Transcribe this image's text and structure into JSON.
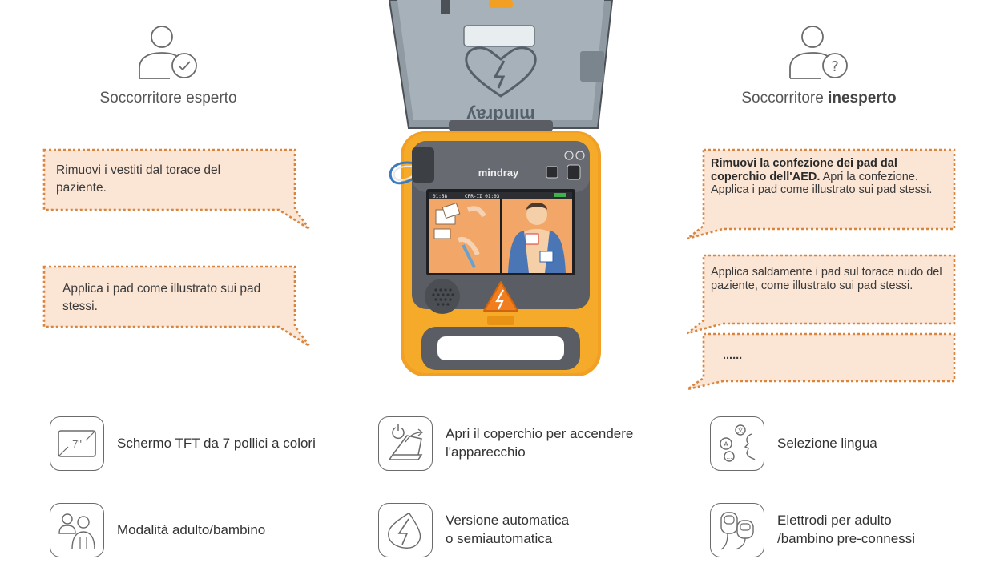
{
  "rescuers": {
    "expert": {
      "label": "Soccorritore esperto",
      "icon": "user-check-icon"
    },
    "novice": {
      "label_plain": "Soccorritore ",
      "label_bold": "inesperto",
      "icon": "user-question-icon"
    }
  },
  "bubbles": {
    "left_1": "Rimuovi i vestiti dal torace del paziente.",
    "left_2": "Applica i pad come illustrato sui pad stessi.",
    "right_1_bold": "Rimuovi la confezione dei pad dal coperchio dell'AED.",
    "right_1_rest": " Apri la confezione. Applica i pad come illustrato sui pad stessi.",
    "right_2": "Applica saldamente i pad sul torace nudo del paziente, come illustrato sui pad stessi.",
    "right_3": "......"
  },
  "device": {
    "brand": "mindray",
    "screen_time": "01:58",
    "screen_cpr": "CPR-II 01:03"
  },
  "features": [
    {
      "label": "Schermo TFT da 7 pollici a colori",
      "icon": "screen-7-inch-icon",
      "icon_text": "7\""
    },
    {
      "label": "Apri il coperchio per accendere\nl'apparecchio",
      "icon": "open-lid-power-icon"
    },
    {
      "label": "Selezione lingua",
      "icon": "language-selection-icon"
    },
    {
      "label": "Modalità adulto/bambino",
      "icon": "adult-child-icon"
    },
    {
      "label": "Versione automatica\no semiautomatica",
      "icon": "shock-bolt-icon"
    },
    {
      "label": "Elettrodi per adulto\n/bambino pre-connessi",
      "icon": "electrodes-icon"
    }
  ],
  "colors": {
    "bubble_fill": "#fbe5d4",
    "bubble_border": "#d9843f",
    "device_orange": "#f2a023",
    "device_grey": "#5a5d63",
    "icon_stroke": "#6b6b6b"
  }
}
